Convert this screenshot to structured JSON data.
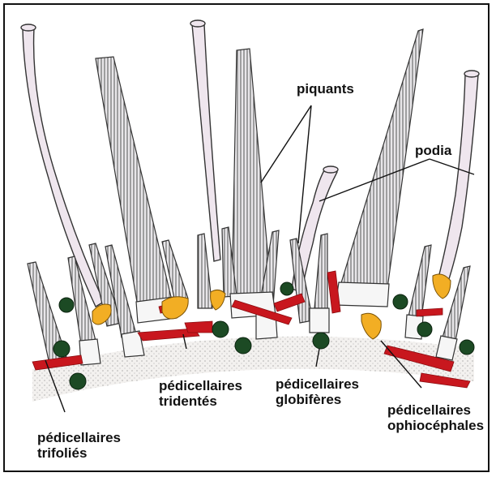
{
  "labels": {
    "piquants": "piquants",
    "podia": "podia",
    "tridentes": [
      "pédicellaires",
      "tridentés"
    ],
    "globiferes": [
      "pédicellaires",
      "globifères"
    ],
    "ophiocephales": [
      "pédicellaires",
      "ophiocéphales"
    ],
    "trifolies": [
      "pédicellaires",
      "trifoliés"
    ]
  },
  "colors": {
    "spine": "#e9e7ea",
    "spine_stroke": "#4a4a4a",
    "podia": "#efe6ee",
    "tridentes": "#c8171e",
    "globiferes": "#1c4a24",
    "ophiocephales": "#f2ae24",
    "base_ring": "#f4f4f4"
  },
  "icons": {
    "spine": "spine-icon",
    "tube_foot": "tube-foot-icon",
    "pedicellaria": "pedicellaria-icon"
  }
}
